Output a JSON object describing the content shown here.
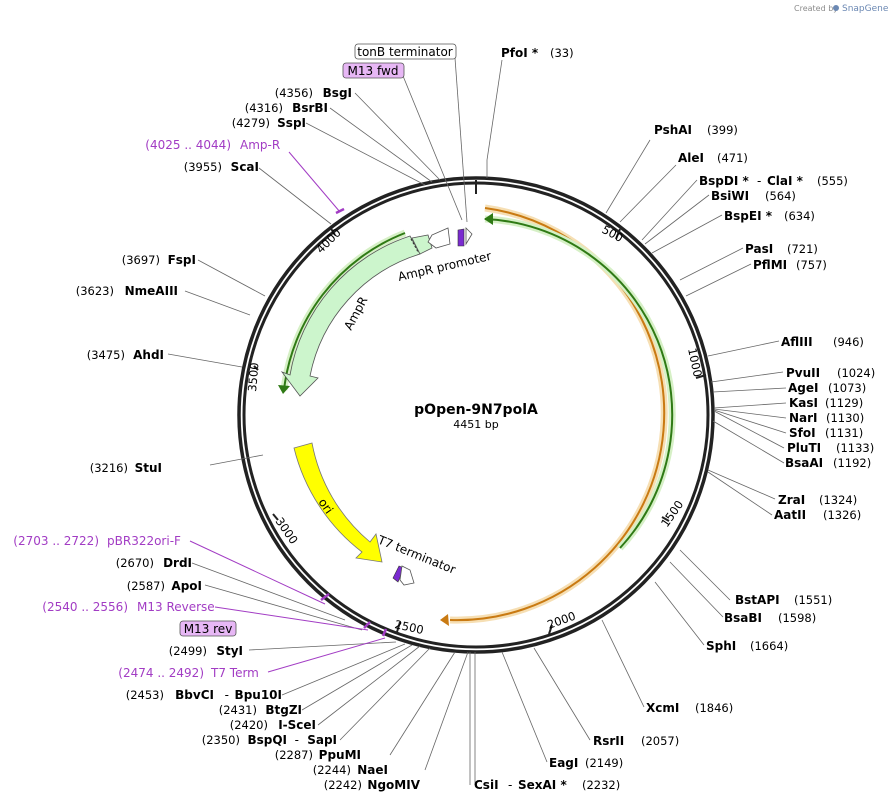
{
  "credit": {
    "text": "Created by",
    "brand": "SnapGene"
  },
  "plasmid": {
    "name": "pOpen-9N7polA",
    "length_label": "4451 bp"
  },
  "ticks": [
    "500",
    "1000",
    "1500",
    "2000",
    "2500",
    "3000",
    "3500",
    "4000"
  ],
  "features": {
    "ampr": "AmpR",
    "ampr_promoter": "AmpR promoter",
    "ori": "ori",
    "t7_terminator": "T7 terminator"
  },
  "boxed": {
    "tonb": "tonB terminator",
    "m13fwd": "M13 fwd",
    "m13rev": "M13 rev"
  },
  "enzymes": {
    "pfoi": {
      "name": "PfoI *",
      "pos": "(33)"
    },
    "pshai": {
      "name": "PshAI",
      "pos": "(399)"
    },
    "alei": {
      "name": "AleI",
      "pos": "(471)"
    },
    "bspdi": {
      "name": "BspDI *",
      "sep": "-",
      "name2": "ClaI *",
      "pos": "(555)"
    },
    "bsiwi": {
      "name": "BsiWI",
      "pos": "(564)"
    },
    "bspei": {
      "name": "BspEI *",
      "pos": "(634)"
    },
    "pasi": {
      "name": "PasI",
      "pos": "(721)"
    },
    "pflmi": {
      "name": "PflMI",
      "pos": "(757)"
    },
    "afliii": {
      "name": "AflIII",
      "pos": "(946)"
    },
    "pvuii": {
      "name": "PvuII",
      "pos": "(1024)"
    },
    "agei": {
      "name": "AgeI",
      "pos": "(1073)"
    },
    "kasi": {
      "name": "KasI",
      "pos": "(1129)"
    },
    "nari": {
      "name": "NarI",
      "pos": "(1130)"
    },
    "sfoi": {
      "name": "SfoI",
      "pos": "(1131)"
    },
    "pluti": {
      "name": "PluTI",
      "pos": "(1133)"
    },
    "bsaai": {
      "name": "BsaAI",
      "pos": "(1192)"
    },
    "zrai": {
      "name": "ZraI",
      "pos": "(1324)"
    },
    "aatii": {
      "name": "AatII",
      "pos": "(1326)"
    },
    "bstapi": {
      "name": "BstAPI",
      "pos": "(1551)"
    },
    "bsabi": {
      "name": "BsaBI",
      "pos": "(1598)"
    },
    "sphi": {
      "name": "SphI",
      "pos": "(1664)"
    },
    "xcmi": {
      "name": "XcmI",
      "pos": "(1846)"
    },
    "rsrii": {
      "name": "RsrII",
      "pos": "(2057)"
    },
    "eagi": {
      "name": "EagI",
      "pos": "(2149)"
    },
    "csii": {
      "name": "CsiI",
      "sep": "-",
      "name2": "SexAI *",
      "pos": "(2232)"
    },
    "ngomiv": {
      "pos": "(2242)",
      "name": "NgoMIV"
    },
    "naei": {
      "pos": "(2244)",
      "name": "NaeI"
    },
    "pupmi": {
      "pos": "(2287)",
      "name": "PpuMI"
    },
    "bspqi": {
      "pos": "(2350)",
      "name": "BspQI",
      "sep": "-",
      "name2": "SapI"
    },
    "iscei": {
      "pos": "(2420)",
      "name": "I-SceI"
    },
    "btgzi": {
      "pos": "(2431)",
      "name": "BtgZI"
    },
    "bbvci": {
      "pos": "(2453)",
      "name": "BbvCI",
      "sep": "-",
      "name2": "Bpu10I"
    },
    "styi": {
      "pos": "(2499)",
      "name": "StyI"
    },
    "apoi": {
      "pos": "(2587)",
      "name": "ApoI"
    },
    "drdi": {
      "pos": "(2670)",
      "name": "DrdI"
    },
    "stui": {
      "pos": "(3216)",
      "name": "StuI"
    },
    "ahdi": {
      "pos": "(3475)",
      "name": "AhdI"
    },
    "nmeaiii": {
      "pos": "(3623)",
      "name": "NmeAIII"
    },
    "fspi": {
      "pos": "(3697)",
      "name": "FspI"
    },
    "scai": {
      "pos": "(3955)",
      "name": "ScaI"
    },
    "sspi": {
      "pos": "(4279)",
      "name": "SspI"
    },
    "bsrbi": {
      "pos": "(4316)",
      "name": "BsrBI"
    },
    "bsgi": {
      "pos": "(4356)",
      "name": "BsgI"
    }
  },
  "primers": {
    "ampr": {
      "range": "(4025 .. 4044)",
      "name": "Amp-R"
    },
    "pbr322": {
      "range": "(2703 .. 2722)",
      "name": "pBR322ori-F"
    },
    "m13rev": {
      "range": "(2540 .. 2556)",
      "name": "M13 Reverse"
    },
    "t7term": {
      "range": "(2474 .. 2492)",
      "name": "T7 Term"
    }
  },
  "colors": {
    "primer": "#a23cc4",
    "ampr_fill": "#ccf5cc",
    "ori_fill": "#ffff00",
    "orf_orange": "#e08a1e",
    "orf_green": "#3a8a1a",
    "boxed_fill": "#e7b7f5"
  }
}
